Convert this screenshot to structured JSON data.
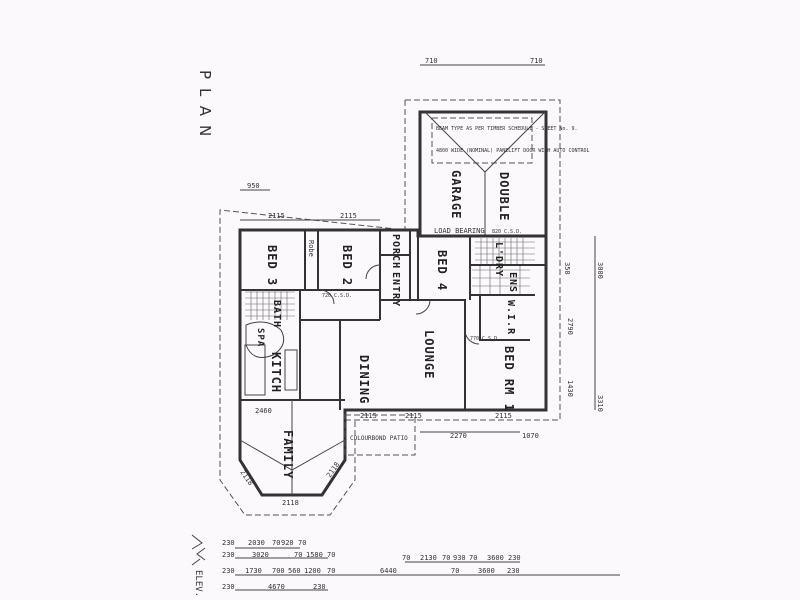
{
  "drawing": {
    "title": "PLAN",
    "elevation_label": "ELEV.",
    "rooms": {
      "garage": "GARAGE",
      "double": "DOUBLE",
      "bed2": "BED 2",
      "bed3": "BED 3",
      "bed4": "BED 4",
      "porch": "PORCH",
      "entry": "ENTRY",
      "lounge": "LOUNGE",
      "dining": "DINING",
      "kitchen": "KITCH",
      "family": "FAMILY",
      "bath": "BATH",
      "spa": "SPA",
      "laundry": "L'DRY",
      "ensuite": "ENS",
      "wir": "W.I.R",
      "bedrm1": "BED RM 1",
      "patio": "COLOURBOND PATIO"
    },
    "notes": {
      "garage_beam": "BEAM TYPE AS PER TIMBER SCHEDULE - SHEET No. 9.",
      "garage_door": "4800 WIDE (NOMINAL) PANELIFT DOOR WITH AUTO CONTROL",
      "load_bearing": "LOAD BEARING",
      "robe": "Robe",
      "csd_820": "820 C.S.D.",
      "csd_770": "770 C.S.D.",
      "csd_720": "720 C.S.D."
    },
    "dimensions": {
      "top": [
        "950",
        "2115",
        "2115",
        "710",
        "710"
      ],
      "right": [
        "3000",
        "350",
        "2790",
        "1430",
        "3310"
      ],
      "bottom_rows": [
        [
          "230",
          "2030",
          "70",
          "920",
          "70"
        ],
        [
          "230",
          "3020",
          "70",
          "1580",
          "70"
        ],
        [
          "230",
          "1730",
          "700",
          "560",
          "1200",
          "70"
        ],
        [
          "230",
          "4670",
          "230"
        ]
      ],
      "bottom_right_rows": [
        [
          "70",
          "2130",
          "70",
          "930",
          "70",
          "3600",
          "230"
        ],
        [
          "6440",
          "70",
          "3600",
          "230"
        ]
      ],
      "patio": [
        "2115",
        "2115",
        "2115",
        "2270",
        "1070"
      ],
      "family": [
        "2460",
        "2118",
        "2118",
        "2118"
      ]
    }
  }
}
